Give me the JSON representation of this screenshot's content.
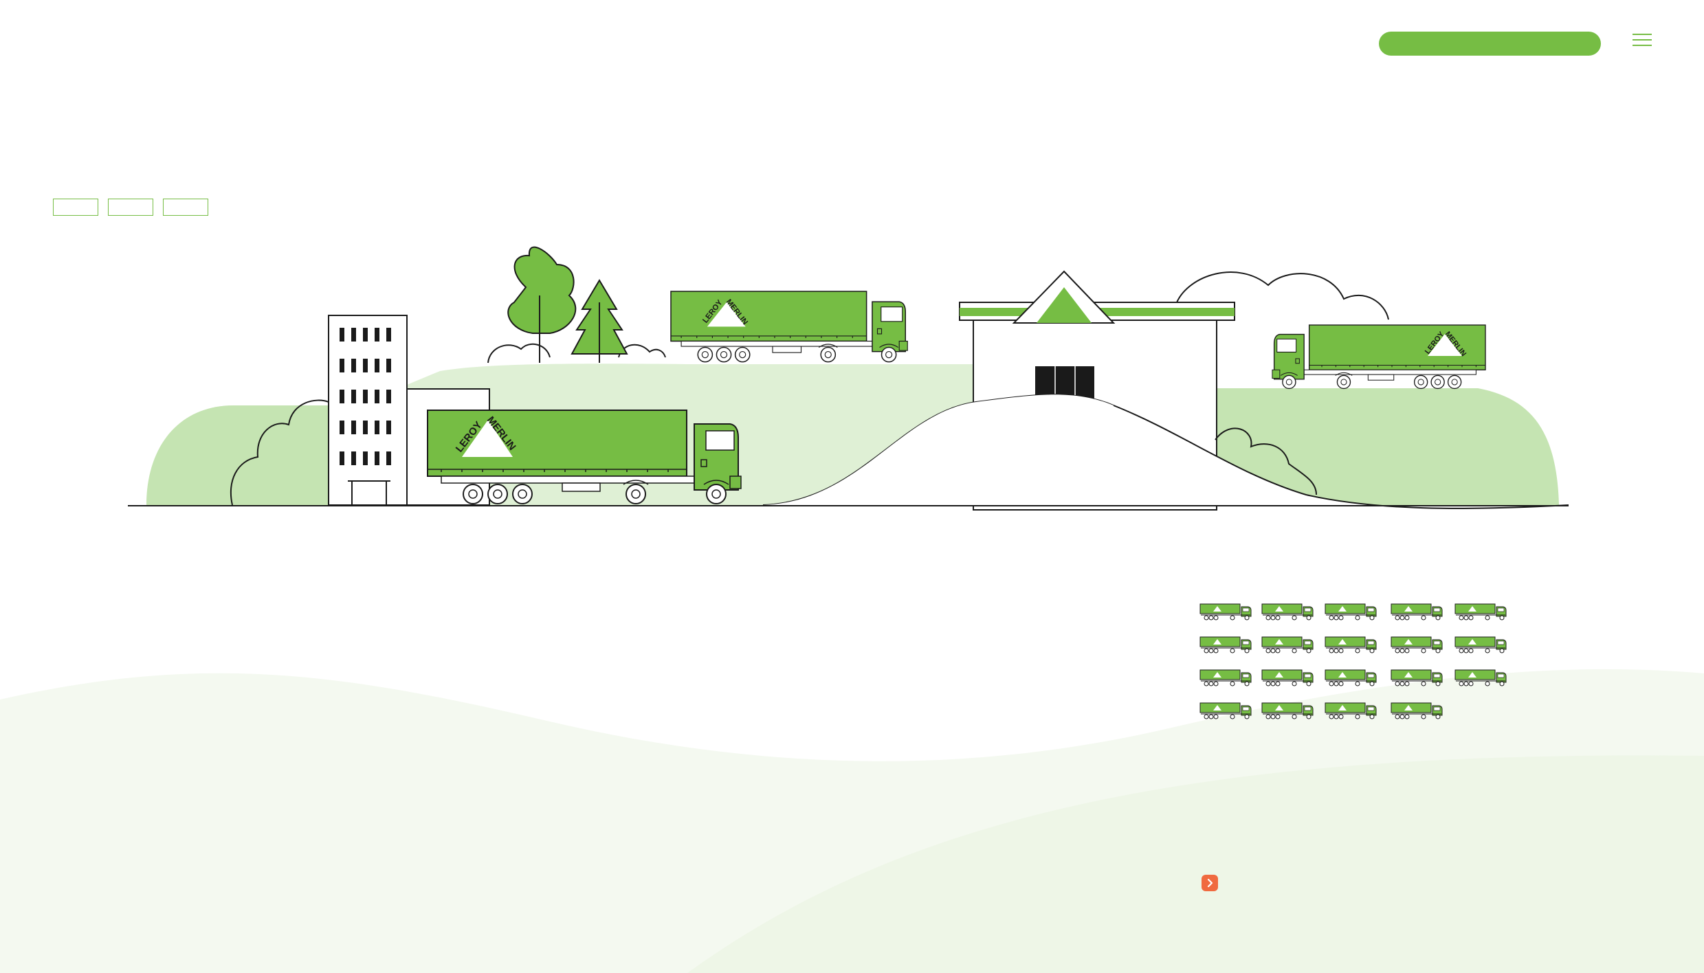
{
  "header": {
    "cta_label": "",
    "menu_icon": "hamburger-icon"
  },
  "tabs": [
    {
      "label": ""
    },
    {
      "label": ""
    },
    {
      "label": ""
    }
  ],
  "scene": {
    "brand_text": "LEROY MERLIN",
    "brand_first": "LEROY",
    "brand_second": "MERLIN"
  },
  "fleet": {
    "rows": [
      5,
      5,
      5,
      4
    ],
    "total": 19
  },
  "colors": {
    "brand_green": "#76bd44",
    "light_green": "#c5e4b2",
    "pale_green": "#eef7e8",
    "accent_orange": "#f06a40",
    "ink": "#1a1a1a"
  },
  "controls": {
    "next_icon": "chevron-right-icon"
  }
}
